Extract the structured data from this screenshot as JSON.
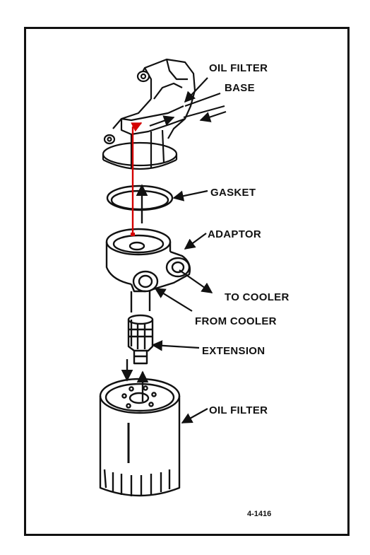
{
  "diagram": {
    "labels": {
      "oil_filter_base_line1": "OIL FILTER",
      "oil_filter_base_line2": "BASE",
      "gasket": "GASKET",
      "adaptor": "ADAPTOR",
      "to_cooler": "TO COOLER",
      "from_cooler": "FROM COOLER",
      "extension": "EXTENSION",
      "oil_filter": "OIL FILTER"
    },
    "figure_number": "4-1416"
  },
  "colors": {
    "ink": "#111111",
    "highlight": "#d40000",
    "background": "#ffffff"
  }
}
